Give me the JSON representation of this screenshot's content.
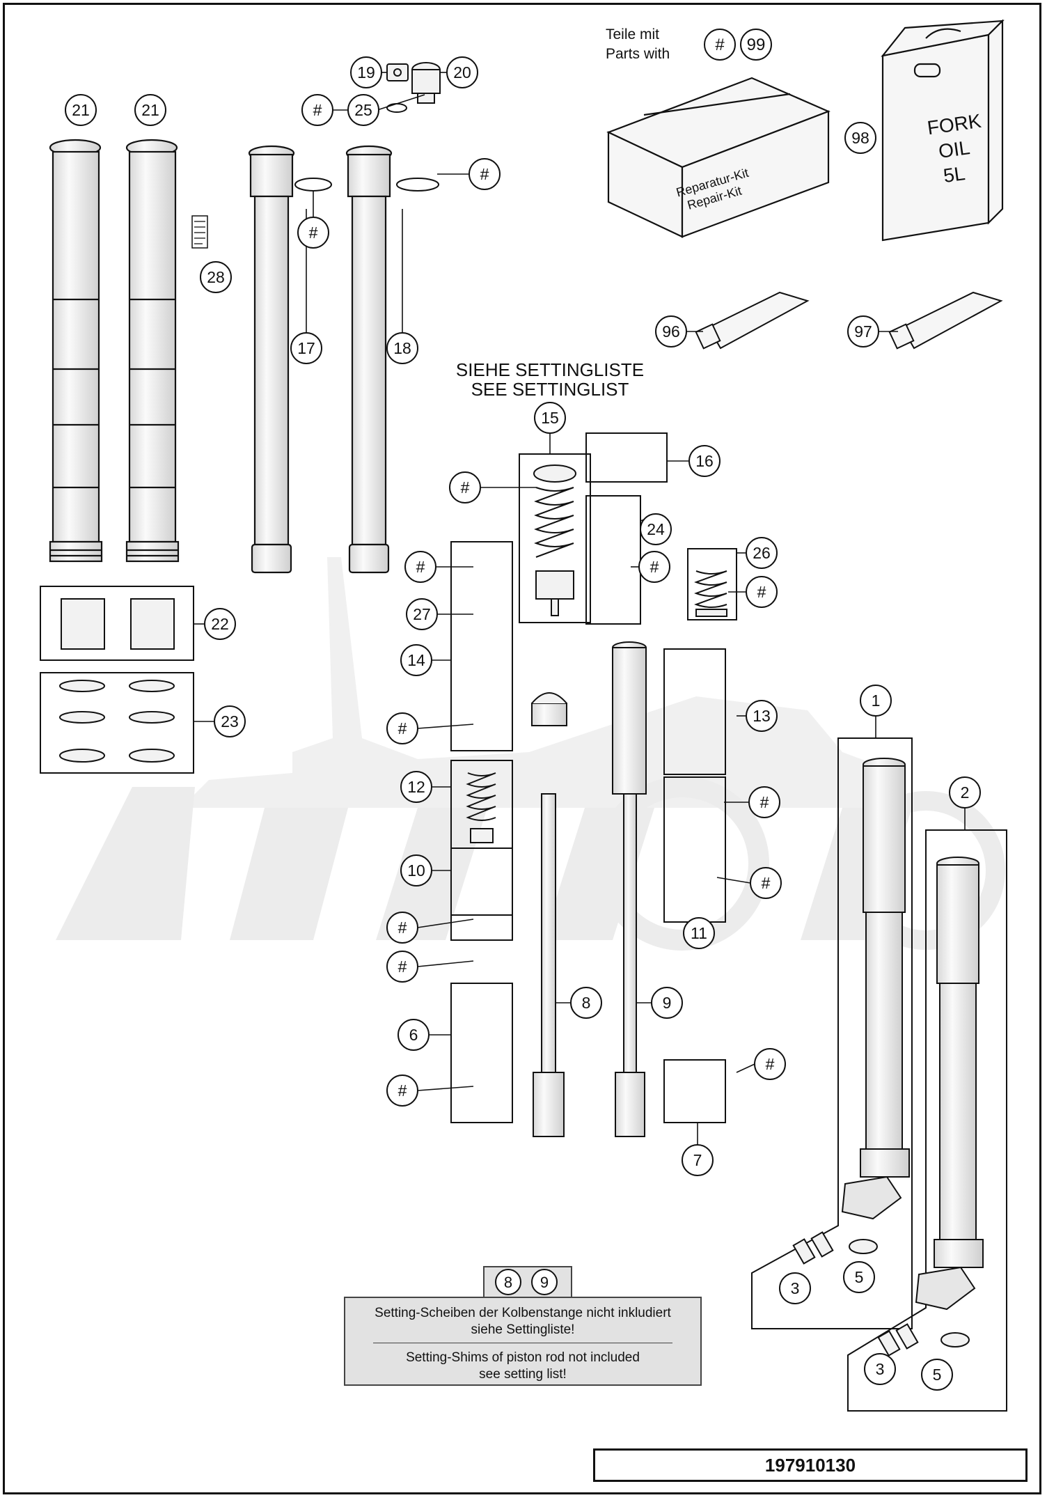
{
  "header": {
    "settings_line1": "SIEHE SETTINGLISTE",
    "settings_line2": "SEE SETTINGLIST"
  },
  "kit": {
    "line1": "Teile mit",
    "line2": "Parts with",
    "hash": "#",
    "number": "99",
    "box_text1": "Reparatur-Kit",
    "box_text2": "Repair-Kit"
  },
  "oil": {
    "can_text1": "FORK",
    "can_text2": "OIL",
    "can_text3": "5L"
  },
  "callouts": [
    {
      "label": "21"
    },
    {
      "label": "21"
    },
    {
      "label": "28"
    },
    {
      "label": "19"
    },
    {
      "label": "20"
    },
    {
      "label": "#"
    },
    {
      "label": "25"
    },
    {
      "label": "#"
    },
    {
      "label": "#"
    },
    {
      "label": "17"
    },
    {
      "label": "18"
    },
    {
      "label": "98"
    },
    {
      "label": "96"
    },
    {
      "label": "97"
    },
    {
      "label": "15"
    },
    {
      "label": "16"
    },
    {
      "label": "#"
    },
    {
      "label": "24"
    },
    {
      "label": "#"
    },
    {
      "label": "26"
    },
    {
      "label": "#"
    },
    {
      "label": "#"
    },
    {
      "label": "27"
    },
    {
      "label": "14"
    },
    {
      "label": "#"
    },
    {
      "label": "22"
    },
    {
      "label": "23"
    },
    {
      "label": "13"
    },
    {
      "label": "1"
    },
    {
      "label": "2"
    },
    {
      "label": "12"
    },
    {
      "label": "#"
    },
    {
      "label": "10"
    },
    {
      "label": "#"
    },
    {
      "label": "#"
    },
    {
      "label": "#"
    },
    {
      "label": "11"
    },
    {
      "label": "8"
    },
    {
      "label": "9"
    },
    {
      "label": "6"
    },
    {
      "label": "#"
    },
    {
      "label": "#"
    },
    {
      "label": "7"
    },
    {
      "label": "3"
    },
    {
      "label": "5"
    },
    {
      "label": "3"
    },
    {
      "label": "5"
    }
  ],
  "note": {
    "ref_a": "8",
    "ref_b": "9",
    "de_line1": "Setting-Scheiben der Kolbenstange nicht inkludiert",
    "de_line2": "siehe Settingliste!",
    "en_line1": "Setting-Shims of piston rod not included",
    "en_line2": "see setting list!"
  },
  "doc_number": "197910130",
  "colors": {
    "line": "#111111",
    "fill_light": "#f2f2f2",
    "note_bg": "#e2e2e2",
    "watermark": "#ececec"
  }
}
